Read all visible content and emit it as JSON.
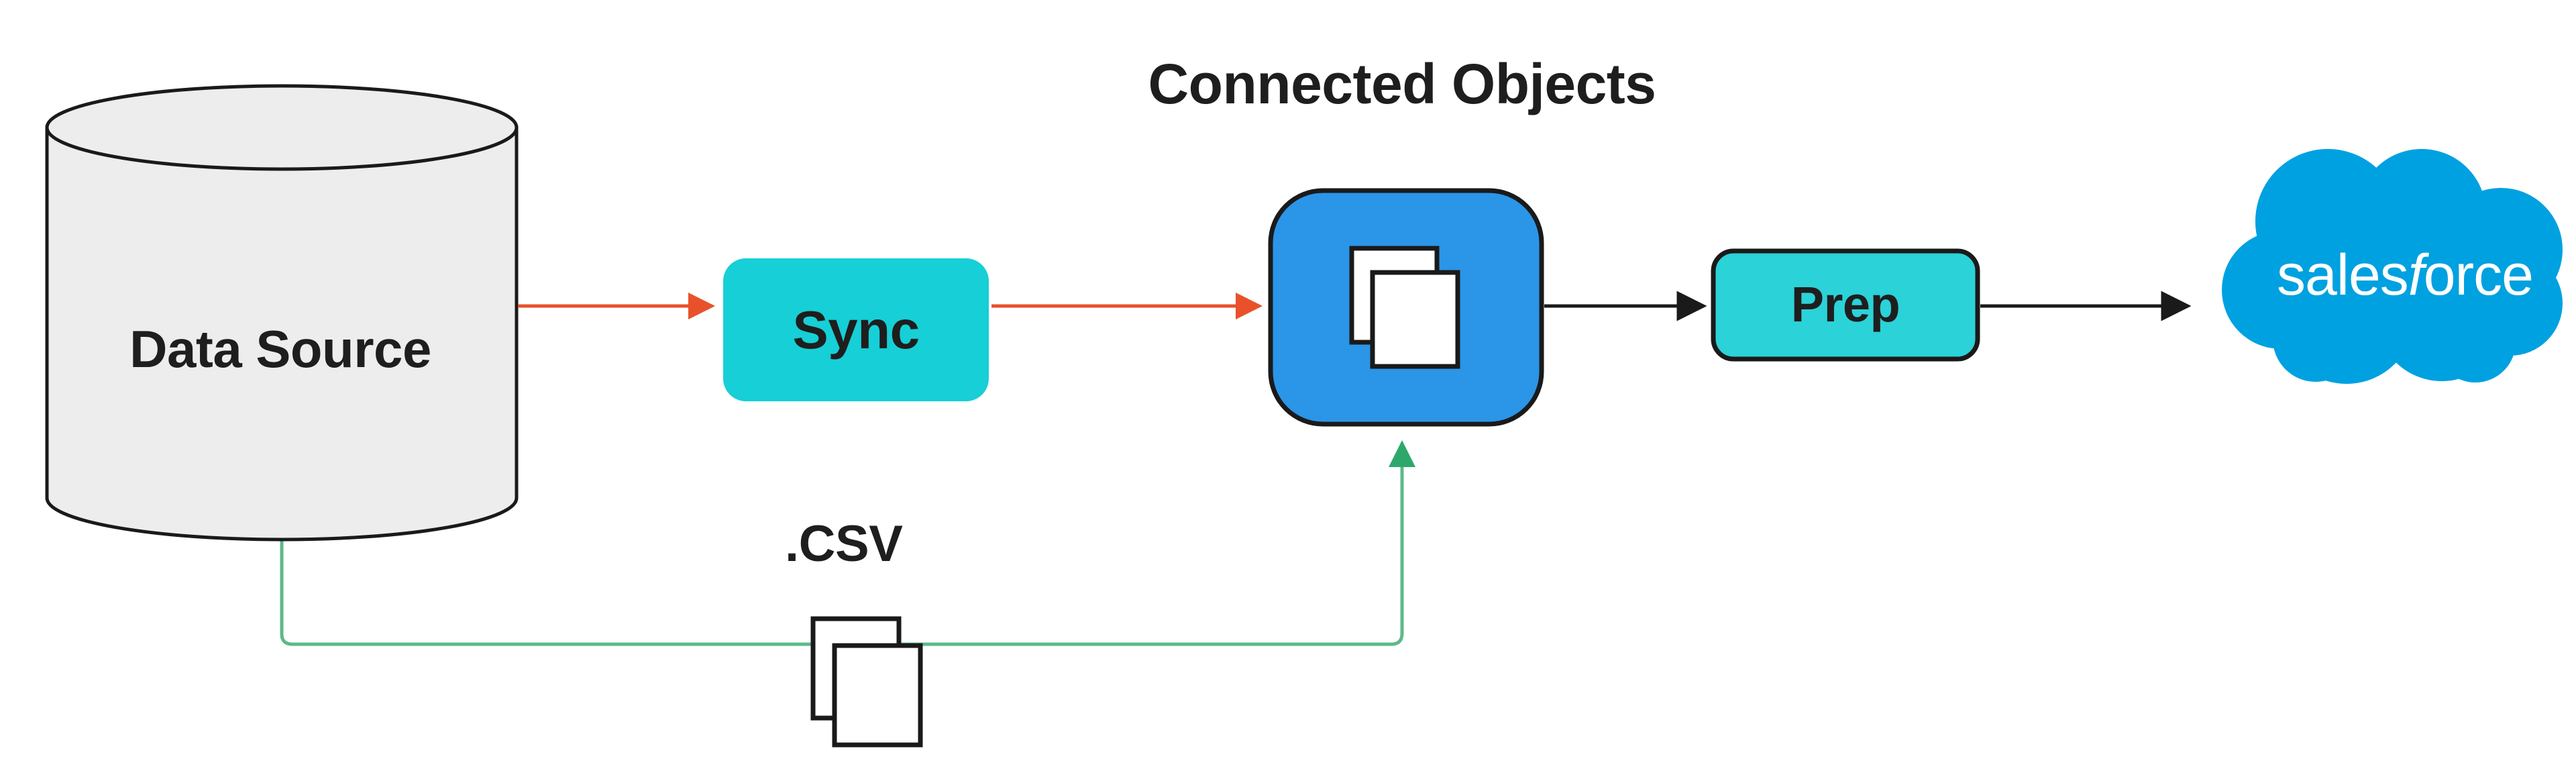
{
  "diagram": {
    "title": "Connected Objects",
    "type": "data-pipeline-flow",
    "background_color": "#FFFFFF",
    "nodes": {
      "data_source": {
        "label": "Data Source",
        "shape": "cylinder",
        "fill_color": "#EDEDED",
        "stroke_color": "#1A1A1A",
        "text_color": "#2B2B2B"
      },
      "sync": {
        "label": "Sync",
        "shape": "rounded-rectangle",
        "fill_color": "#17CFD6",
        "stroke_color": "none",
        "text_color": "#1A1A1A"
      },
      "connected_objects": {
        "label": "Connected Objects",
        "shape": "rounded-square",
        "fill_color": "#2B95E8",
        "stroke_color": "#1A1A1A",
        "icon": "stacked-documents-icon",
        "icon_fill": "#FFFFFF"
      },
      "prep": {
        "label": "Prep",
        "shape": "rounded-rectangle",
        "fill_color": "#2BD2D8",
        "stroke_color": "#1A1A1A",
        "text_color": "#1A1A1A"
      },
      "salesforce": {
        "label_part_1": "sales",
        "label_part_2": "f",
        "label_part_3": "orce",
        "shape": "cloud",
        "fill_color": "#00A1E0",
        "text_color": "#FFFFFF"
      },
      "csv_files": {
        "label": ".CSV",
        "shape": "stacked-documents",
        "fill_color": "#FFFFFF",
        "stroke_color": "#1A1A1A",
        "text_color": "#1A1A1A"
      }
    },
    "edges": [
      {
        "name": "data-source-to-sync",
        "from": "data_source",
        "to": "sync",
        "color": "#E8512B",
        "style": "straight-arrow"
      },
      {
        "name": "sync-to-connected-objects",
        "from": "sync",
        "to": "connected_objects",
        "color": "#E8512B",
        "style": "straight-arrow"
      },
      {
        "name": "connected-objects-to-prep",
        "from": "connected_objects",
        "to": "prep",
        "color": "#1A1A1A",
        "style": "straight-arrow"
      },
      {
        "name": "prep-to-salesforce",
        "from": "prep",
        "to": "salesforce",
        "color": "#1A1A1A",
        "style": "straight-arrow"
      },
      {
        "name": "data-source-to-connected-objects-via-csv",
        "from": "data_source",
        "to": "connected_objects",
        "color": "#5DB98A",
        "style": "orthogonal-arrow",
        "passes_through": "csv_files"
      }
    ]
  }
}
